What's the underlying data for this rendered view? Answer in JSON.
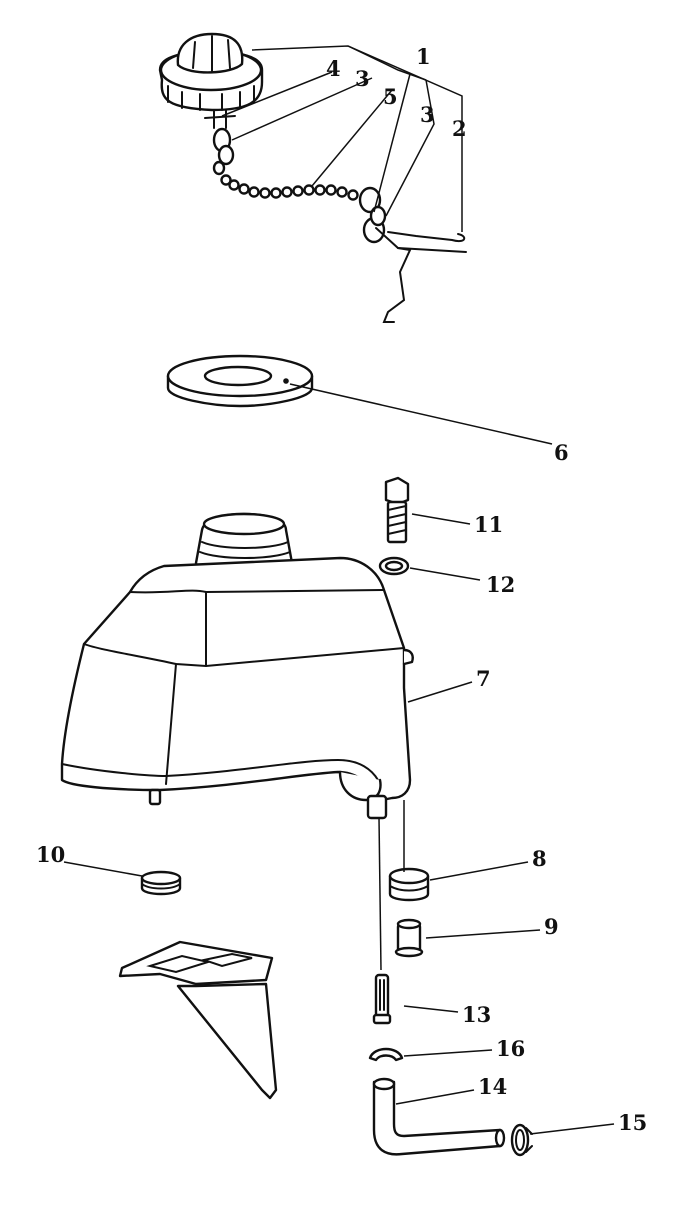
{
  "colors": {
    "line": "#111111",
    "background": "#ffffff"
  },
  "callouts": {
    "c1": "1",
    "c2": "2",
    "c3a": "3",
    "c3b": "3",
    "c4": "4",
    "c5": "5",
    "c6": "6",
    "c7": "7",
    "c8": "8",
    "c9": "9",
    "c10": "10",
    "c11": "11",
    "c12": "12",
    "c13": "13",
    "c14": "14",
    "c15": "15",
    "c16": "16"
  }
}
